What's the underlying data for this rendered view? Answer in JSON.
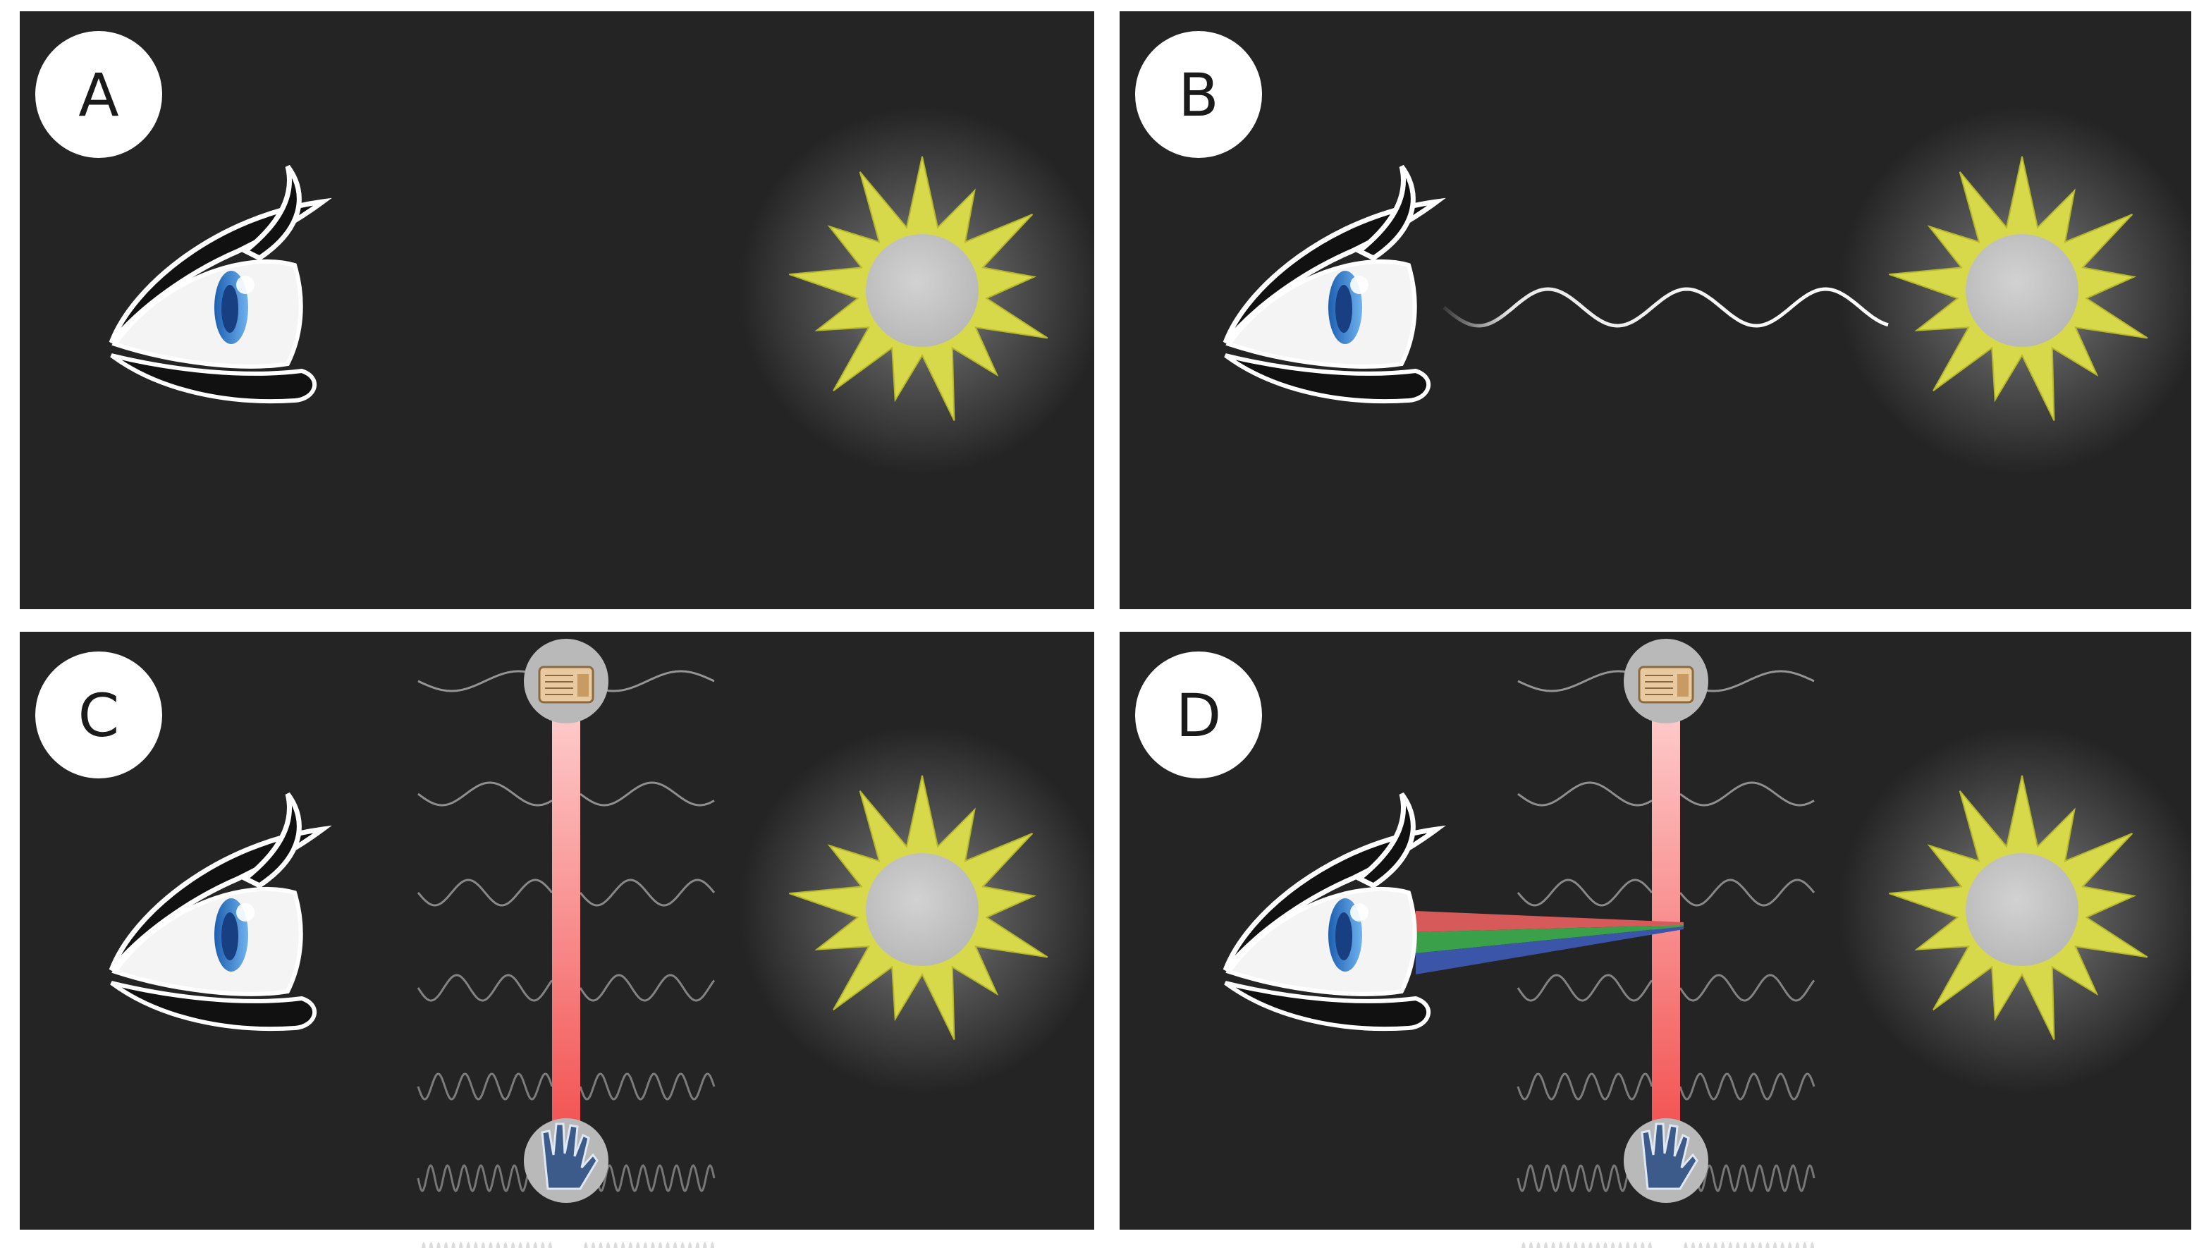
{
  "figure": {
    "background_color": "#ffffff",
    "panel_color": "#242424",
    "panels": [
      {
        "id": "A",
        "label": "A",
        "eye": true,
        "sun": true,
        "light_wave": false,
        "spectrum": false,
        "color_beams": false
      },
      {
        "id": "B",
        "label": "B",
        "eye": true,
        "sun": true,
        "light_wave": true,
        "spectrum": false,
        "color_beams": false
      },
      {
        "id": "C",
        "label": "C",
        "eye": true,
        "sun": true,
        "light_wave": false,
        "spectrum": true,
        "color_beams": false
      },
      {
        "id": "D",
        "label": "D",
        "eye": true,
        "sun": true,
        "light_wave": false,
        "spectrum": true,
        "color_beams": true
      }
    ],
    "icons": {
      "eye": "eye-icon",
      "sun": "sun-icon",
      "radio": "radio-icon",
      "xray_hand": "xray-hand-icon"
    },
    "colors": {
      "eye_iris": "#2f7fd0",
      "sun_rays": "#d8d94a",
      "sun_disc": "#c8c8c8",
      "spectrum_bar": "#f07070",
      "beam_red": "#d65a5a",
      "beam_green": "#3aa14a",
      "beam_blue": "#3b55a8",
      "wave": "#bbbbbb"
    }
  }
}
